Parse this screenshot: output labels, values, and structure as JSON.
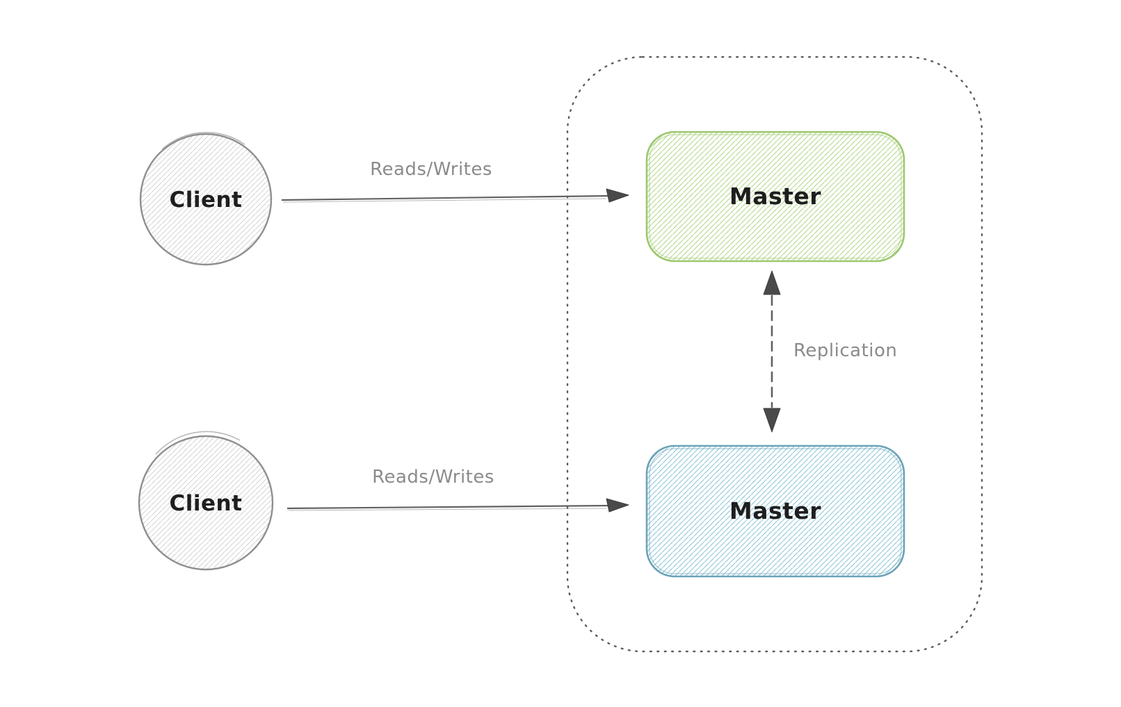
{
  "diagram": {
    "title": "master-master-replication-diagram",
    "clients": [
      {
        "label": "Client"
      },
      {
        "label": "Client"
      }
    ],
    "masters": [
      {
        "label": "Master",
        "variant": "green"
      },
      {
        "label": "Master",
        "variant": "blue"
      }
    ],
    "edges": [
      {
        "label": "Reads/Writes",
        "style": "solid-arrow"
      },
      {
        "label": "Reads/Writes",
        "style": "solid-arrow"
      },
      {
        "label": "Replication",
        "style": "dashed-double-arrow"
      }
    ],
    "colors": {
      "background": "#ffffff",
      "green_stroke": "#9cc86e",
      "green_hatch": "#bcdc96",
      "blue_stroke": "#6ba3b8",
      "blue_hatch": "#9bcddc",
      "gray_node_stroke": "#8f8f8f",
      "gray_hatch": "#d8d8d8",
      "arrow": "#616161",
      "arrowhead": "#4a4a4a",
      "label_text": "#8b8b8b",
      "node_text": "#1e1e1e",
      "boundary": "#5d5d5d"
    }
  }
}
